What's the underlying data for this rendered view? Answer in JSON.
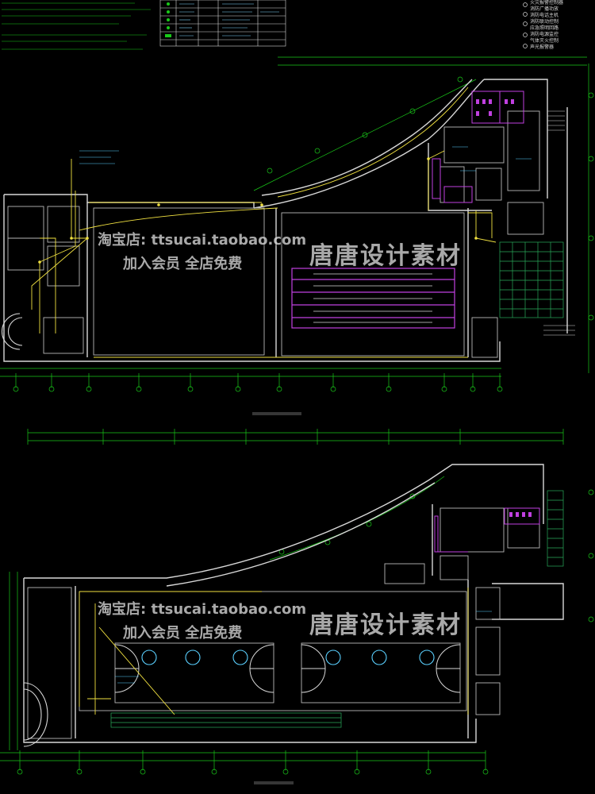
{
  "watermarks": [
    {
      "url": "淘宝店: ttsucai.taobao.com",
      "member": "加入会员 全店免费",
      "brand": "唐唐设计素材"
    },
    {
      "url": "淘宝店: ttsucai.taobao.com",
      "member": "加入会员 全店免费",
      "brand": "唐唐设计素材"
    }
  ],
  "colors": {
    "background": "#000000",
    "dimension": "#19c819",
    "wall": "#d8d8d8",
    "circuit": "#f0e040",
    "room": "#c040e0",
    "annotation": "#5ad0ff",
    "stairs": "#2aaa5a",
    "watermark": "#d9d9d9"
  },
  "legend": {
    "right_column": [
      "火灾报警控制器",
      "消防广播功放",
      "消防电话主机",
      "消防联动控制",
      "应急照明回路",
      "消防电源监控",
      "气体灭火控制",
      "声光报警器"
    ]
  }
}
